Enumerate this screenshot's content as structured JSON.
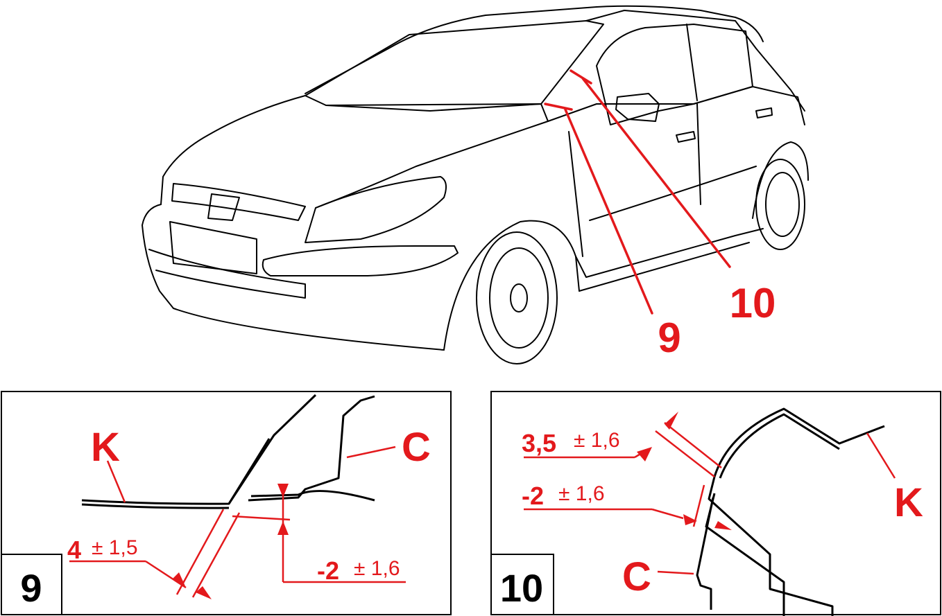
{
  "overview": {
    "callout_9": "9",
    "callout_10": "10"
  },
  "detail_9": {
    "panel_number": "9",
    "label_k": "K",
    "label_c": "C",
    "gap": {
      "value": "4",
      "tolerance": "± 1,5"
    },
    "flush": {
      "value": "-2",
      "tolerance": "± 1,6"
    }
  },
  "detail_10": {
    "panel_number": "10",
    "label_k": "K",
    "label_c": "C",
    "gap": {
      "value": "3,5",
      "tolerance": "± 1,6"
    },
    "flush": {
      "value": "-2",
      "tolerance": "± 1,6"
    }
  },
  "colors": {
    "accent": "#e3191c",
    "line": "#000000",
    "background": "#ffffff"
  }
}
